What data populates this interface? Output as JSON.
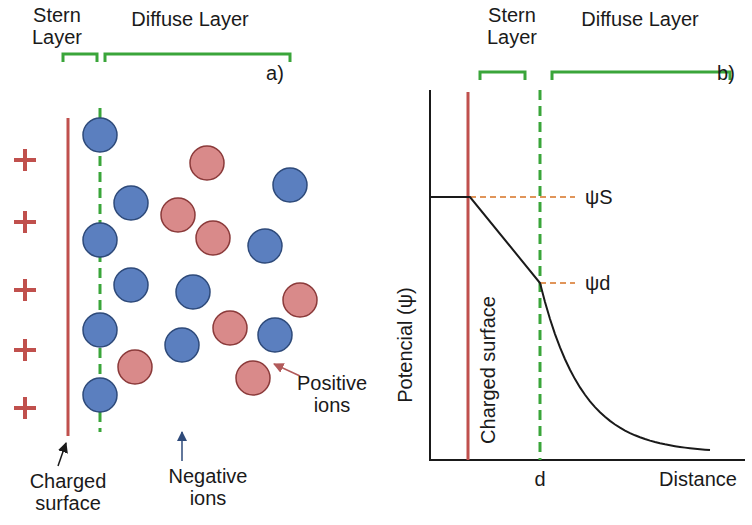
{
  "diagram": {
    "labels": [
      "Stern Layer",
      "Diffuse Layer",
      "a)",
      "Charged surface",
      "Negative ions",
      "Positive ions",
      "Stern Layer",
      "Diffuse Layer",
      "b)",
      "ψS",
      "ψd",
      "Potencial (ψ)",
      "Charged surface",
      "d",
      "Distance"
    ]
  }
}
